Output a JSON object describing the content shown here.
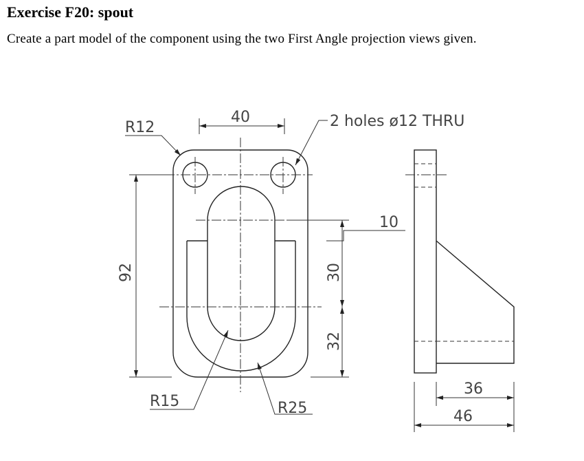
{
  "header": {
    "title": "Exercise F20: spout",
    "instruction": "Create a part model of the component using the two First Angle projection views given."
  },
  "drawing": {
    "dim_width_top": "40",
    "dim_corner_radius": "R12",
    "dim_holes": "2 holes ø12 THRU",
    "dim_height_total": "92",
    "dim_slot_length": "30",
    "dim_slot_offset": "32",
    "dim_slot_radius": "R15",
    "dim_outer_radius": "R25",
    "dim_plate_thickness": "10",
    "dim_boss_depth": "36",
    "dim_overall_depth": "46"
  }
}
